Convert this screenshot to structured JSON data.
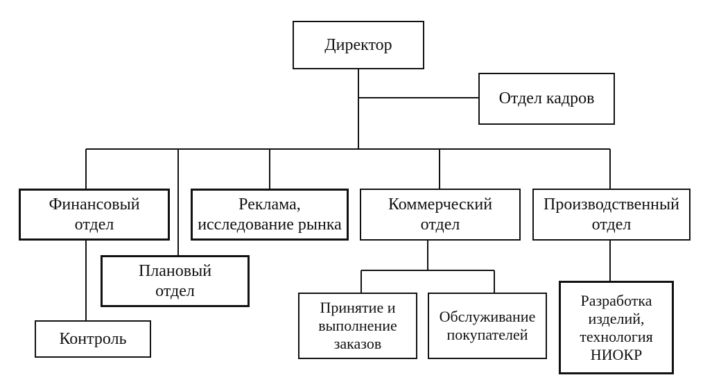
{
  "nodes": {
    "director": "Директор",
    "hr": "Отдел кадров",
    "finance": "Финансовый\nотдел",
    "advertising": "Реклама,\nисследование рынка",
    "commercial": "Коммерческий\nотдел",
    "production": "Производственный\nотдел",
    "planning": "Плановый\nотдел",
    "control": "Контроль",
    "orders": "Принятие и\nвыполнение\nзаказов",
    "service": "Обслуживание\nпокупателей",
    "rnd": "Разработка\nизделий,\nтехнология\nНИОКР"
  },
  "colors": {
    "line": "#111111",
    "background": "#ffffff"
  }
}
